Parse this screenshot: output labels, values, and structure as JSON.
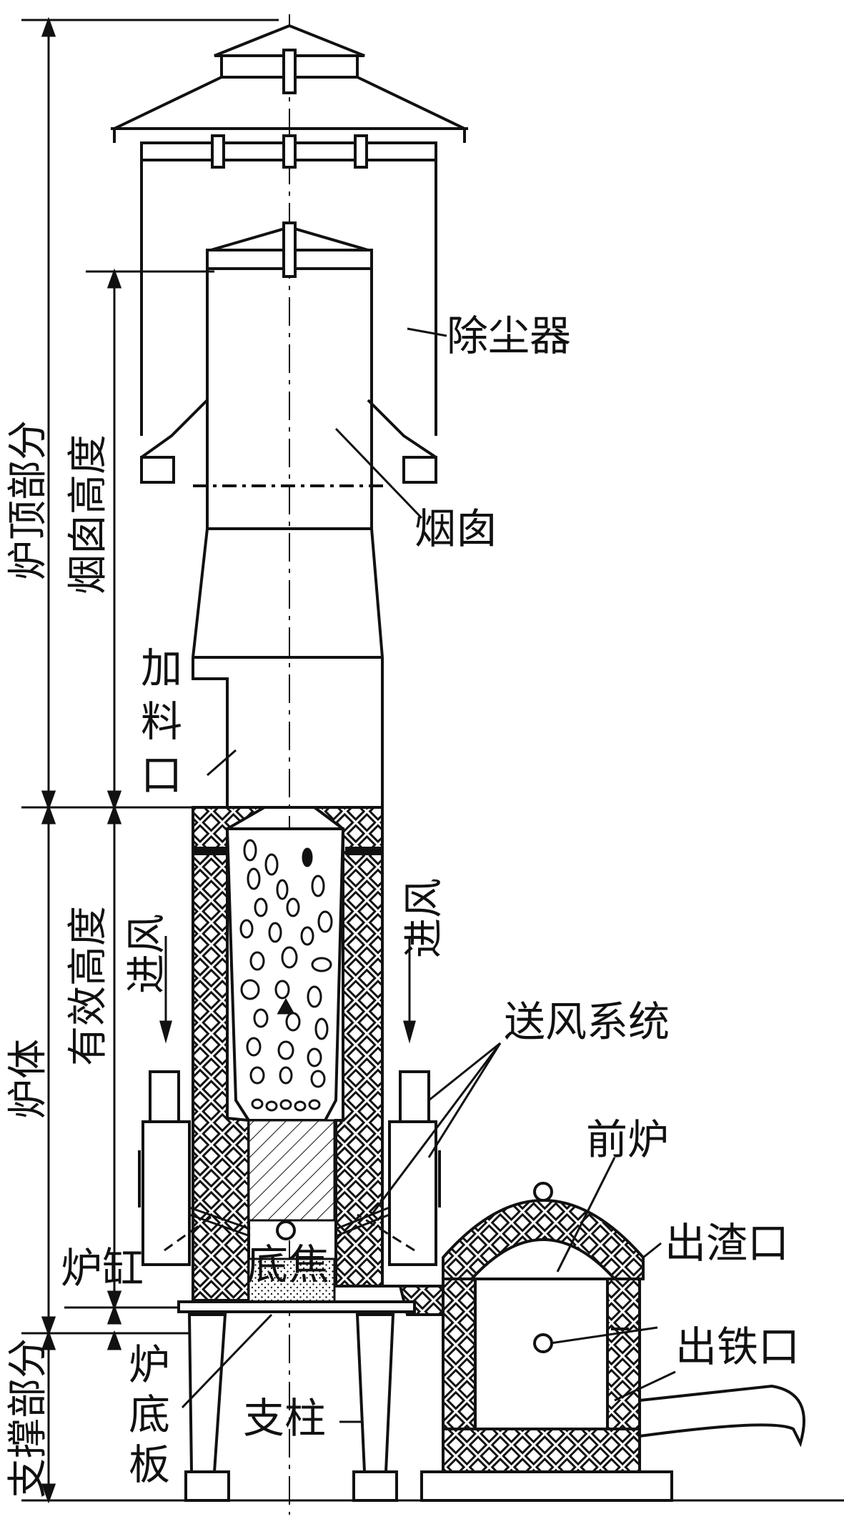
{
  "labels": {
    "dust_collector": "除尘器",
    "chimney": "烟囱",
    "chimney_height": "烟囱高度",
    "furnace_top": "炉顶部分",
    "charging_door_1": "加",
    "charging_door_2": "料",
    "charging_door_3": "口",
    "air_in_left": "进风",
    "air_in_right": "进风",
    "effective_height": "有效高度",
    "furnace_body": "炉体",
    "air_supply_system": "送风系统",
    "forehearth": "前炉",
    "bottom_coke": "底焦",
    "hearth": "炉缸",
    "slag_hole": "出渣口",
    "tap_hole": "出铁口",
    "support_part": "支撑部分",
    "bottom_plate_1": "炉",
    "bottom_plate_2": "底",
    "bottom_plate_3": "板",
    "column": "支柱"
  },
  "colors": {
    "line": "#111111",
    "refractory_hatch": "#111111",
    "background": "#ffffff"
  }
}
